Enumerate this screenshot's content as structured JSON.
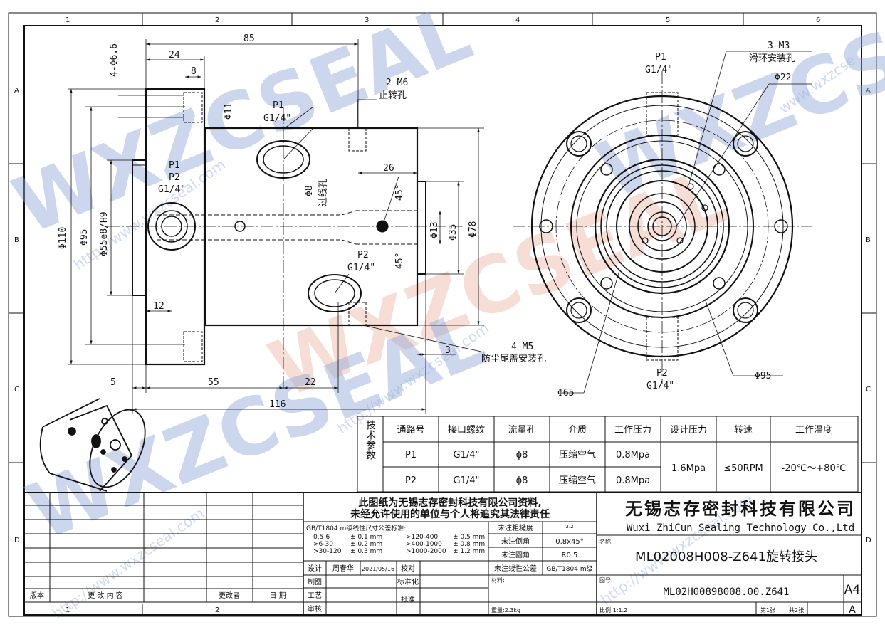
{
  "grid": {
    "columns": [
      "1",
      "2",
      "3",
      "4",
      "5",
      "6"
    ],
    "rows": [
      "A",
      "B",
      "C",
      "D"
    ]
  },
  "watermark": {
    "brand": "WXZCSEAL",
    "url": "http://www.wxzcseal.com",
    "url_short": "www.wxzcse"
  },
  "front_view": {
    "dim_85": "85",
    "dim_24": "24",
    "dim_8": "8",
    "dim_holes": "4-Φ6.6",
    "dim_11": "Φ11",
    "dim_110": "Φ110",
    "dim_95": "Φ95",
    "dim_55": "Φ55e8/H9",
    "dim_12": "12",
    "dim_5": "5",
    "dim_55b": "55",
    "dim_22": "22",
    "dim_116": "116",
    "dim_26": "26",
    "dim_45a": "45°",
    "dim_45b": "45°",
    "dim_13": "Φ13",
    "dim_35": "Φ35",
    "dim_78": "Φ78",
    "dim_3": "3",
    "p1_label": "P1",
    "p1_thread": "G1/4\"",
    "p1p2_label_a": "P1",
    "p1p2_label_b": "P2",
    "p1p2_thread": "G1/4\"",
    "p2_label": "P2",
    "p2_thread": "G1/4\"",
    "m6_label": "2-M6",
    "m6_desc": "止转孔",
    "wire_dim": "Φ8",
    "wire_desc": "过线孔",
    "m5_label": "4-M5",
    "m5_desc": "防尘尾盖安装孔"
  },
  "side_view": {
    "p1_label": "P1",
    "p1_thread": "G1/4\"",
    "m3_label": "3-M3",
    "m3_desc": "滑环安装孔",
    "dim_22": "Φ22",
    "p2_label": "P2",
    "p2_thread": "G1/4\"",
    "dim_95": "Φ95",
    "dim_65": "Φ65"
  },
  "tech_table": {
    "side_label": "技术参数",
    "headers": [
      "通路号",
      "接口螺纹",
      "流量孔",
      "介质",
      "工作压力",
      "设计压力",
      "转速",
      "工作温度"
    ],
    "rows": [
      [
        "P1",
        "G1/4\"",
        "ϕ8",
        "压缩空气",
        "0.8Mpa"
      ],
      [
        "P2",
        "G1/4\"",
        "ϕ8",
        "压缩空气",
        "0.8Mpa"
      ]
    ],
    "design_pressure": "1.6Mpa",
    "speed": "≤50RPM",
    "temperature": "-20℃～+80℃"
  },
  "title_block": {
    "notice_line1": "此图纸为无锡志存密封科技有限公司资料,",
    "notice_line2": "未经允许使用的单位与个人将追究其法律责任",
    "company_cn": "无锡志存密封科技有限公司",
    "company_en": "Wuxi ZhiCun Sealing Technology Co.,Ltd",
    "tol_title": "GB/T1804 m级线性尺寸公差标准:",
    "tol_rows": [
      [
        "0.5-6",
        "± 0.1 mm",
        ">120-400",
        "± 0.5 mm"
      ],
      [
        ">6-30",
        "± 0.2 mm",
        ">400-1000",
        "± 0.8 mm"
      ],
      [
        ">30-120",
        "± 0.3 mm",
        ">1000-2000",
        "± 1.2 mm"
      ]
    ],
    "rough_label": "未注粗糙度",
    "rough_val": "3.2",
    "chamfer_label": "未注倒角",
    "chamfer_val": "0.8x45°",
    "round_label": "未注圆角",
    "round_val": "R0.5",
    "lin_tol_label": "未注线性公差",
    "lin_tol_val": "GB/T1804 m级",
    "name_label": "名称:",
    "part_name": "ML02008H008-Z641旋转接头",
    "material_label": "材料:",
    "drawing_no_label": "图号:",
    "drawing_no": "ML02H00898008.00.Z641",
    "sheet_size": "A4",
    "design_label": "设计",
    "designer": "周春华",
    "date": "2021/05/16",
    "check_label": "校对",
    "draft_label": "制图",
    "std_label": "标准化",
    "process_label": "工艺",
    "approve_label": "批准",
    "review_label": "审核",
    "weight": "重量:2.3kg",
    "scale": "比例:1:1.2",
    "sheet_num": "第1张",
    "sheet_total": "共2张",
    "rev_version": "版本",
    "rev_content": "更 改 内 容",
    "rev_by": "更改者",
    "rev_date": "日 期",
    "sheet_letter": "A"
  }
}
